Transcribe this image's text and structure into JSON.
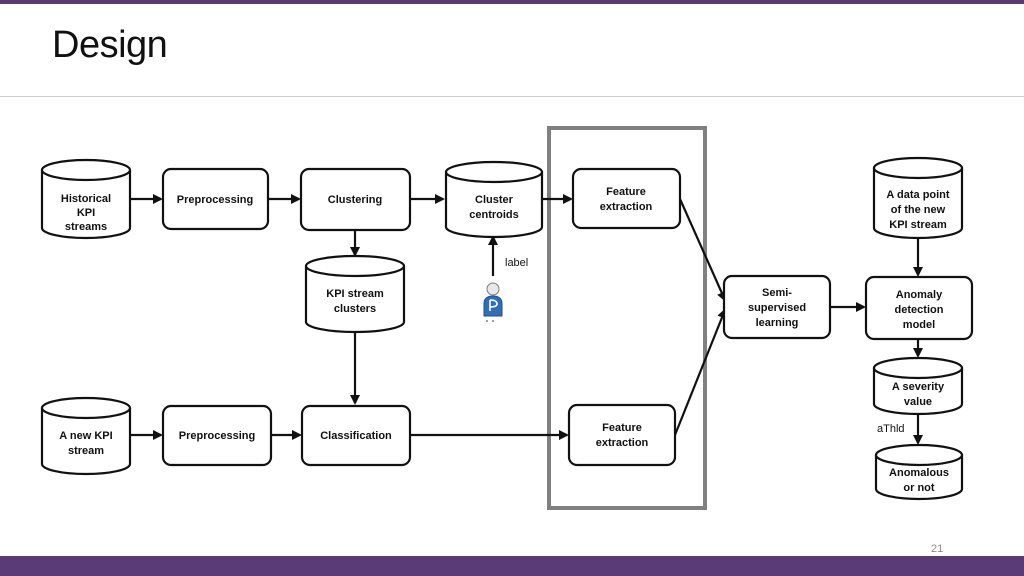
{
  "slide": {
    "title": "Design",
    "page_number": "21"
  },
  "colors": {
    "accent_bar": "#5b3a78",
    "highlight_frame": "#808080"
  },
  "nodes": {
    "historical_kpi_streams": [
      "Historical",
      "KPI",
      "streams"
    ],
    "preprocessing_top": [
      "Preprocessing"
    ],
    "clustering": [
      "Clustering"
    ],
    "cluster_centroids": [
      "Cluster",
      "centroids"
    ],
    "feature_extraction_top": [
      "Feature",
      "extraction"
    ],
    "kpi_stream_clusters": [
      "KPI stream",
      "clusters"
    ],
    "new_kpi_stream": [
      "A new KPI",
      "stream"
    ],
    "preprocessing_bottom": [
      "Preprocessing"
    ],
    "classification": [
      "Classification"
    ],
    "feature_extraction_bottom": [
      "Feature",
      "extraction"
    ],
    "semi_supervised_learning": [
      "Semi-",
      "supervised",
      "learning"
    ],
    "data_point_new_kpi": [
      "A data point",
      "of the new",
      "KPI stream"
    ],
    "anomaly_detection_model": [
      "Anomaly",
      "detection",
      "model"
    ],
    "severity_value": [
      "A severity",
      "value"
    ],
    "anomalous_or_not": [
      "Anomalous",
      "or not"
    ]
  },
  "edge_labels": {
    "label": "label",
    "athld": "aThld"
  },
  "icons": {
    "operator": "operator-person-icon"
  }
}
